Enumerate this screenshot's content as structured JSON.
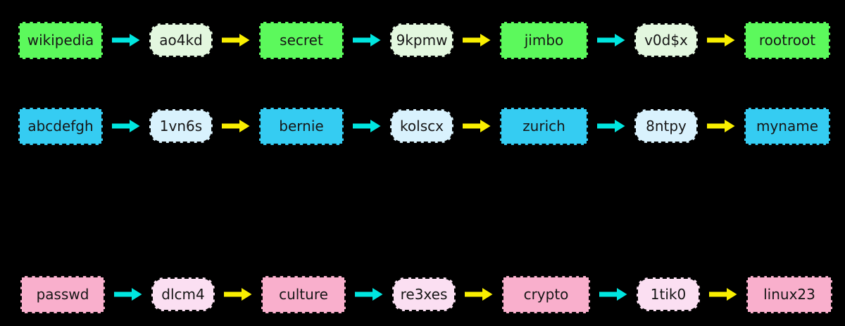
{
  "colors": {
    "background": "#000000",
    "hash-arrow": "#00e6e0",
    "reduce-arrow": "#f9ef00",
    "row1-rect": "#5cf95c",
    "row1-oval": "#e3f7df",
    "row2-rect": "#35ccf2",
    "row2-oval": "#d9f2fd",
    "row3-rect": "#f9afcc",
    "row3-oval": "#fbdff2"
  },
  "chains": [
    {
      "nodes": [
        "wikipedia",
        "ao4kd",
        "secret",
        "9kpmw",
        "jimbo",
        "v0d$x",
        "rootroot"
      ]
    },
    {
      "nodes": [
        "abcdefgh",
        "1vn6s",
        "bernie",
        "kolscx",
        "zurich",
        "8ntpy",
        "myname"
      ]
    },
    {
      "nodes": [
        "passwd",
        "dlcm4",
        "culture",
        "re3xes",
        "crypto",
        "1tik0",
        "linux23"
      ]
    }
  ]
}
